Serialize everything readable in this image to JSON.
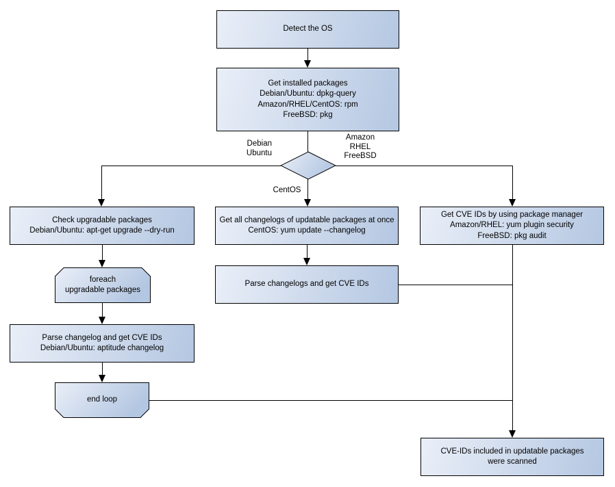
{
  "nodes": {
    "detect_os": {
      "lines": [
        "Detect the OS"
      ]
    },
    "get_installed_packages": {
      "lines": [
        "Get installed packages",
        "Debian/Ubuntu: dpkg-query",
        "Amazon/RHEL/CentOS: rpm",
        "FreeBSD: pkg"
      ]
    },
    "os_decision": {
      "lines": []
    },
    "check_upgradable": {
      "lines": [
        "Check upgradable packages",
        "Debian/Ubuntu: apt-get upgrade --dry-run"
      ]
    },
    "foreach_loop": {
      "lines": [
        "foreach",
        "upgradable  packages"
      ]
    },
    "parse_changelog_left": {
      "lines": [
        "Parse changelog and get  CVE IDs",
        "Debian/Ubuntu: aptitude changelog"
      ]
    },
    "end_loop": {
      "lines": [
        "end loop"
      ]
    },
    "get_all_changelogs": {
      "lines": [
        "Get all changelogs of updatable packages at once",
        "CentOS: yum update --changelog"
      ]
    },
    "parse_changelogs_mid": {
      "lines": [
        "Parse changelogs and get CVE IDs"
      ]
    },
    "get_cve_ids_right": {
      "lines": [
        "Get CVE IDs by using package manager",
        "Amazon/RHEL: yum plugin security",
        "FreeBSD: pkg audit"
      ]
    },
    "scanned_result": {
      "lines": [
        "CVE-IDs included in updatable packages",
        "were scanned"
      ]
    }
  },
  "edge_labels": {
    "debian_ubuntu": {
      "lines": [
        "Debian",
        "Ubuntu"
      ]
    },
    "amazon_rhel_freebsd": {
      "lines": [
        "Amazon",
        "RHEL",
        "FreeBSD"
      ]
    },
    "centos": {
      "lines": [
        "CentOS"
      ]
    }
  },
  "colors": {
    "node_fill_start": "#eaeff8",
    "node_fill_end": "#b4c7e2",
    "node_border": "#000000",
    "connector": "#000000",
    "text": "#000000",
    "background": "#ffffff"
  }
}
